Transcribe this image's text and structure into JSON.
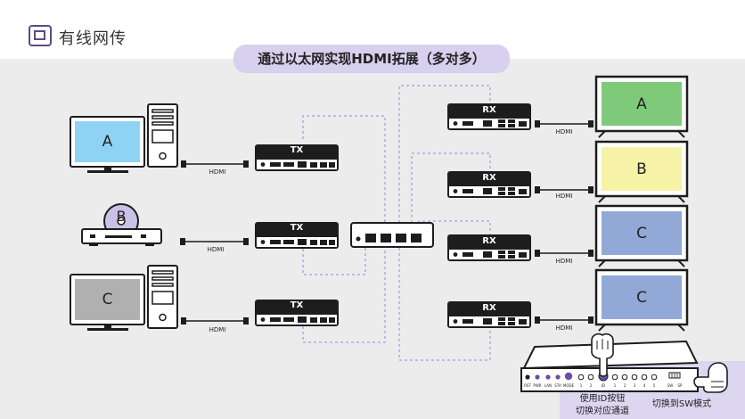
{
  "header": {
    "brand": "有线网传"
  },
  "title": "通过以太网实现HDMI拓展（多对多）",
  "sources": [
    {
      "label": "A",
      "screen_color": "#8fd3f4"
    },
    {
      "label": "B",
      "screen_color": "#c9c2e6"
    },
    {
      "label": "C",
      "screen_color": "#b0b0b0"
    }
  ],
  "cable_label": "HDMI",
  "tx_label": "TX",
  "rx_label": "RX",
  "displays": [
    {
      "label": "A",
      "screen_color": "#7fc97a"
    },
    {
      "label": "B",
      "screen_color": "#f6f3a7"
    },
    {
      "label": "C",
      "screen_color": "#92a8d6"
    },
    {
      "label": "C",
      "screen_color": "#92a8d6"
    }
  ],
  "panel": {
    "ports_left": [
      "RST",
      "PWR",
      "LAN",
      "STA",
      "MODE"
    ],
    "ports_nums": [
      "1",
      "2",
      "ID",
      "1",
      "2",
      "3",
      "4",
      "5"
    ],
    "sw_labels": [
      "SW",
      "SP"
    ],
    "caption_id_line1": "使用ID按钮",
    "caption_id_line2": "切换对应通道",
    "caption_sw": "切换到SW模式"
  }
}
